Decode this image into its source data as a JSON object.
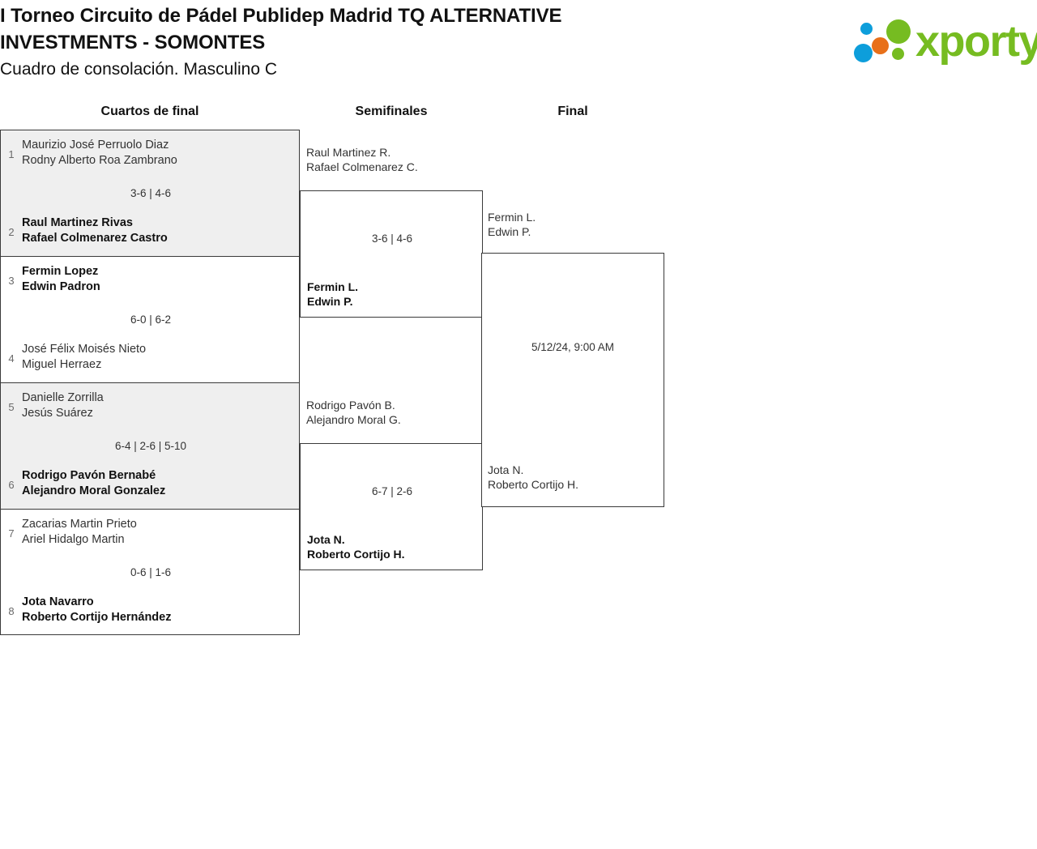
{
  "header": {
    "title_line1": "I Torneo Circuito de Pádel Publidep Madrid TQ ALTERNATIVE",
    "title_line2": "INVESTMENTS - SOMONTES",
    "subtitle": "Cuadro de consolación. Masculino C",
    "logo_word": "xporty",
    "logo_colors": {
      "green": "#76bc21",
      "orange": "#e8701a",
      "blue": "#0d9edb"
    }
  },
  "rounds": [
    {
      "label": "Cuartos de final"
    },
    {
      "label": "Semifinales"
    },
    {
      "label": "Final"
    }
  ],
  "quarterfinals": [
    {
      "top": {
        "seed": "1",
        "player1": "Maurizio José Perruolo Diaz",
        "player2": "Rodny Alberto Roa Zambrano",
        "winner": false
      },
      "bottom": {
        "seed": "2",
        "player1": "Raul Martinez Rivas",
        "player2": "Rafael Colmenarez Castro",
        "winner": true
      },
      "score": "3-6 | 4-6"
    },
    {
      "top": {
        "seed": "3",
        "player1": "Fermin Lopez",
        "player2": "Edwin Padron",
        "winner": true
      },
      "bottom": {
        "seed": "4",
        "player1": "José Félix Moisés Nieto",
        "player2": "Miguel Herraez",
        "winner": false
      },
      "score": "6-0 | 6-2"
    },
    {
      "top": {
        "seed": "5",
        "player1": "Danielle Zorrilla",
        "player2": "Jesús Suárez",
        "winner": false
      },
      "bottom": {
        "seed": "6",
        "player1": "Rodrigo Pavón Bernabé",
        "player2": "Alejandro Moral Gonzalez",
        "winner": true
      },
      "score": "6-4 | 2-6 | 5-10"
    },
    {
      "top": {
        "seed": "7",
        "player1": "Zacarias Martin Prieto",
        "player2": "Ariel Hidalgo Martin",
        "winner": false
      },
      "bottom": {
        "seed": "8",
        "player1": "Jota Navarro",
        "player2": "Roberto Cortijo Hernández",
        "winner": true
      },
      "score": "0-6 | 1-6"
    }
  ],
  "semifinals": [
    {
      "top": {
        "player1": "Raul Martinez R.",
        "player2": "Rafael Colmenarez C.",
        "winner": false
      },
      "bottom": {
        "player1": "Fermin L.",
        "player2": "Edwin P.",
        "winner": true
      },
      "score": "3-6 | 4-6"
    },
    {
      "top": {
        "player1": "Rodrigo Pavón B.",
        "player2": "Alejandro Moral G.",
        "winner": false
      },
      "bottom": {
        "player1": "Jota N.",
        "player2": "Roberto Cortijo H.",
        "winner": true
      },
      "score": "6-7 | 2-6"
    }
  ],
  "final": {
    "top": {
      "player1": "Fermin L.",
      "player2": "Edwin P.",
      "winner": false
    },
    "bottom": {
      "player1": "Jota N.",
      "player2": "Roberto Cortijo H.",
      "winner": false
    },
    "score": "5/12/24, 9:00 AM"
  }
}
